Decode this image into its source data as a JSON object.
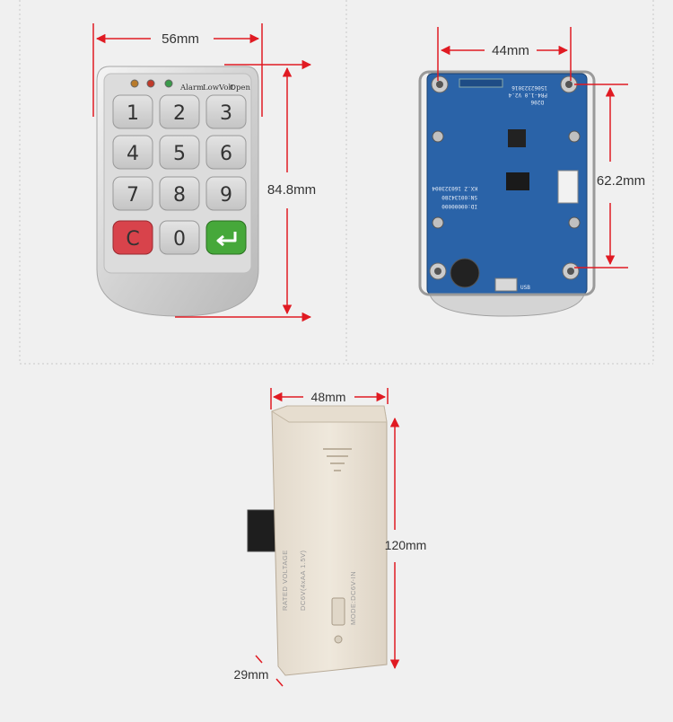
{
  "colors": {
    "background": "#f0f0f0",
    "dimension_line": "#e01a22",
    "keypad_silver": "#d8d8d8",
    "cancel_key": "#d8434b",
    "enter_key": "#46a83a",
    "pcb_blue": "#2a63a8",
    "lock_body": "#ece4d6"
  },
  "keypad_view": {
    "width_label": "56mm",
    "height_label": "84.8mm",
    "indicators": [
      {
        "label": "Alarm",
        "color": "#b87a2a"
      },
      {
        "label": "LowVolt",
        "color": "#c03a2a"
      },
      {
        "label": "Open",
        "color": "#3a9a4a"
      }
    ],
    "keys": [
      "1",
      "2",
      "3",
      "4",
      "5",
      "6",
      "7",
      "8",
      "9",
      "C",
      "0",
      "↵"
    ]
  },
  "pcb_view": {
    "width_label": "44mm",
    "height_label": "62.2mm",
    "silkscreen": [
      "D206",
      "PR4-1.0 V2.4",
      "15062323016",
      "ID:00000000",
      "SN:00134280",
      "KX.Z 160323004",
      "USB"
    ]
  },
  "lock_body_view": {
    "width_label": "48mm",
    "height_label": "120mm",
    "depth_label": "29mm",
    "side_print": [
      "RATED VOLTAGE",
      "DC6V(4xAA 1.5V)",
      "MODE:DC6V-IN"
    ]
  }
}
